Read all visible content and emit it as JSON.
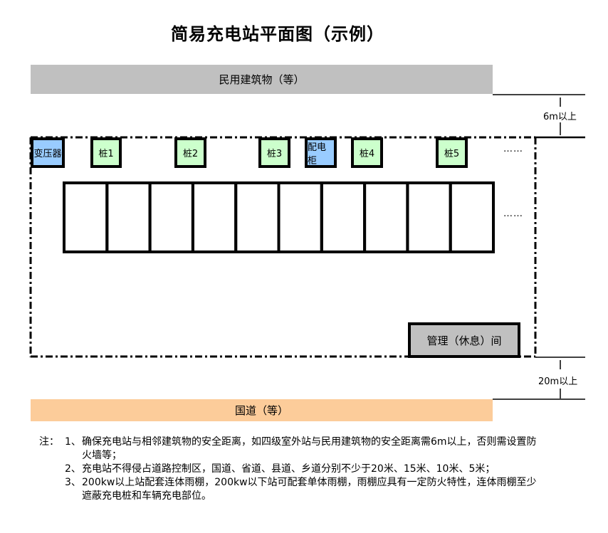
{
  "title": "简易充电站平面图（示例）",
  "colors": {
    "building": "#c0c0c0",
    "road": "#fccc9a",
    "transformer": "#99ccff",
    "pile": "#ccffcc",
    "management": "#c0c0c0"
  },
  "bands": {
    "building_label": "民用建筑物（等）",
    "road_label": "国道（等）"
  },
  "distances": {
    "top_label": "6m以上",
    "bottom_label": "20m以上"
  },
  "equipment": [
    {
      "label": "变压器",
      "type": "transformer"
    },
    {
      "label": "桩1",
      "type": "pile"
    },
    {
      "label": "桩2",
      "type": "pile"
    },
    {
      "label": "桩3",
      "type": "pile"
    },
    {
      "label": "配电柜",
      "type": "transformer"
    },
    {
      "label": "桩4",
      "type": "pile"
    },
    {
      "label": "桩5",
      "type": "pile"
    }
  ],
  "ellipsis": "……",
  "parking_spaces": 10,
  "management_room": "管理（休息）间",
  "notes": {
    "prefix": "注：",
    "items": [
      {
        "num": "1、",
        "text": "确保充电站与相邻建筑物的安全距离，如四级室外站与民用建筑物的安全距离需6m以上，否则需设置防火墙等；"
      },
      {
        "num": "2、",
        "text": "充电站不得侵占道路控制区，国道、省道、县道、乡道分别不少于20米、15米、10米、5米；"
      },
      {
        "num": "3、",
        "text": "200kw以上站配套连体雨棚，200kw以下站可配套单体雨棚，雨棚应具有一定防火特性，连体雨棚至少遮蔽充电桩和车辆充电部位。"
      }
    ]
  }
}
